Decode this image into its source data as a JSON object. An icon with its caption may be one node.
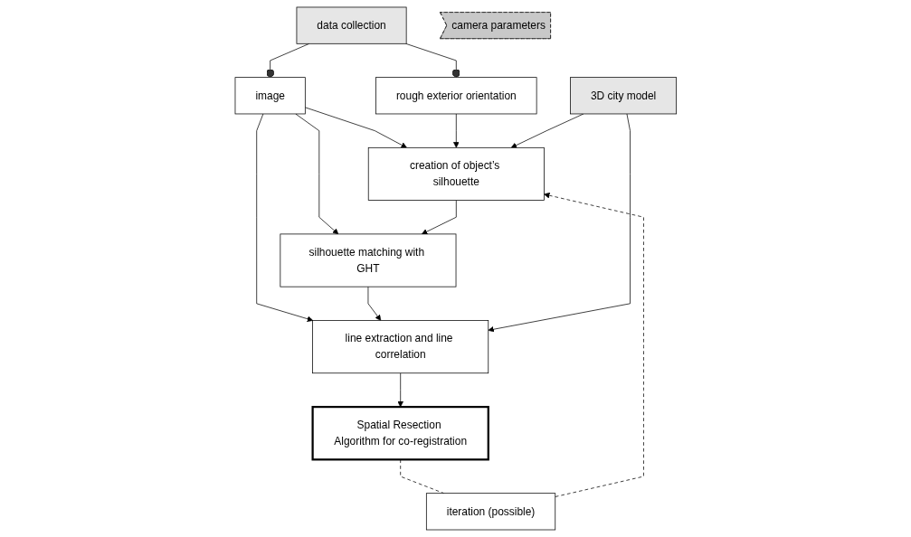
{
  "diagram": {
    "nodes": [
      {
        "text": [
          "data collection"
        ]
      },
      {
        "text": [
          "3D city model"
        ]
      },
      {
        "text": [
          "image"
        ]
      },
      {
        "text": [
          "rough exterior orientation"
        ]
      },
      {
        "text": [
          "creation of object’s silhouette"
        ]
      },
      {
        "text": [
          "camera parameters"
        ]
      },
      {
        "text": [
          "silhouette matching with GHT"
        ]
      },
      {
        "text": [
          "iteration (possible)"
        ]
      },
      {
        "text": [
          "line extraction and line correlation"
        ]
      },
      {
        "text": [
          "Spatial Resection Algorithm for co-registration"
        ]
      }
    ],
    "edges": [
      {
        "from": 0,
        "to": 2,
        "arrow": "other"
      },
      {
        "from": 0,
        "to": 3,
        "arrow": "other"
      },
      {
        "from": 2,
        "to": 4,
        "arrow": "to"
      },
      {
        "from": 3,
        "to": 4,
        "arrow": "to"
      },
      {
        "from": 1,
        "to": 4,
        "arrow": "to"
      },
      {
        "from": 2,
        "to": 6,
        "arrow": "to"
      },
      {
        "from": 4,
        "to": 6,
        "arrow": "to"
      },
      {
        "from": 2,
        "to": 8,
        "arrow": "to"
      },
      {
        "from": 6,
        "to": 8,
        "arrow": "to"
      },
      {
        "from": 1,
        "to": 8,
        "arrow": "to"
      },
      {
        "from": 8,
        "to": 9,
        "arrow": "to"
      },
      {
        "from": 9,
        "to": 7,
        "arrow": "none",
        "style": "dashed"
      },
      {
        "from": 7,
        "to": 4,
        "arrow": "to",
        "style": "dashed"
      }
    ]
  }
}
